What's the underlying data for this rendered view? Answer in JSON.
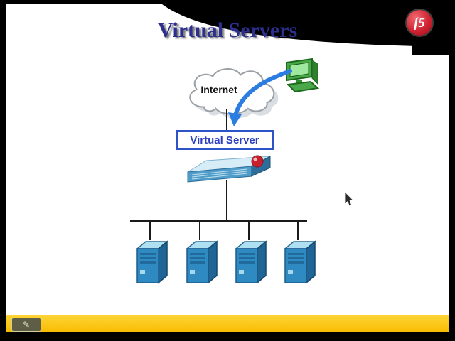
{
  "header": {
    "title": "Virtual Servers",
    "logo_text": "f5"
  },
  "diagram": {
    "internet_label": "Internet",
    "virtual_server_label": "Virtual Server",
    "backend_server_count": 4
  },
  "icons": {
    "pen_glyph": "✎"
  },
  "colors": {
    "frame": "#000000",
    "slide_bg": "#ffffff",
    "title_blue": "#2c2f8e",
    "box_border_blue": "#2d53c9",
    "arrow_blue": "#2b7de2",
    "server_blue": "#2f8ac2",
    "logo_red": "#cc1f2d",
    "bottom_bar_yellow": "#f6bb00"
  }
}
